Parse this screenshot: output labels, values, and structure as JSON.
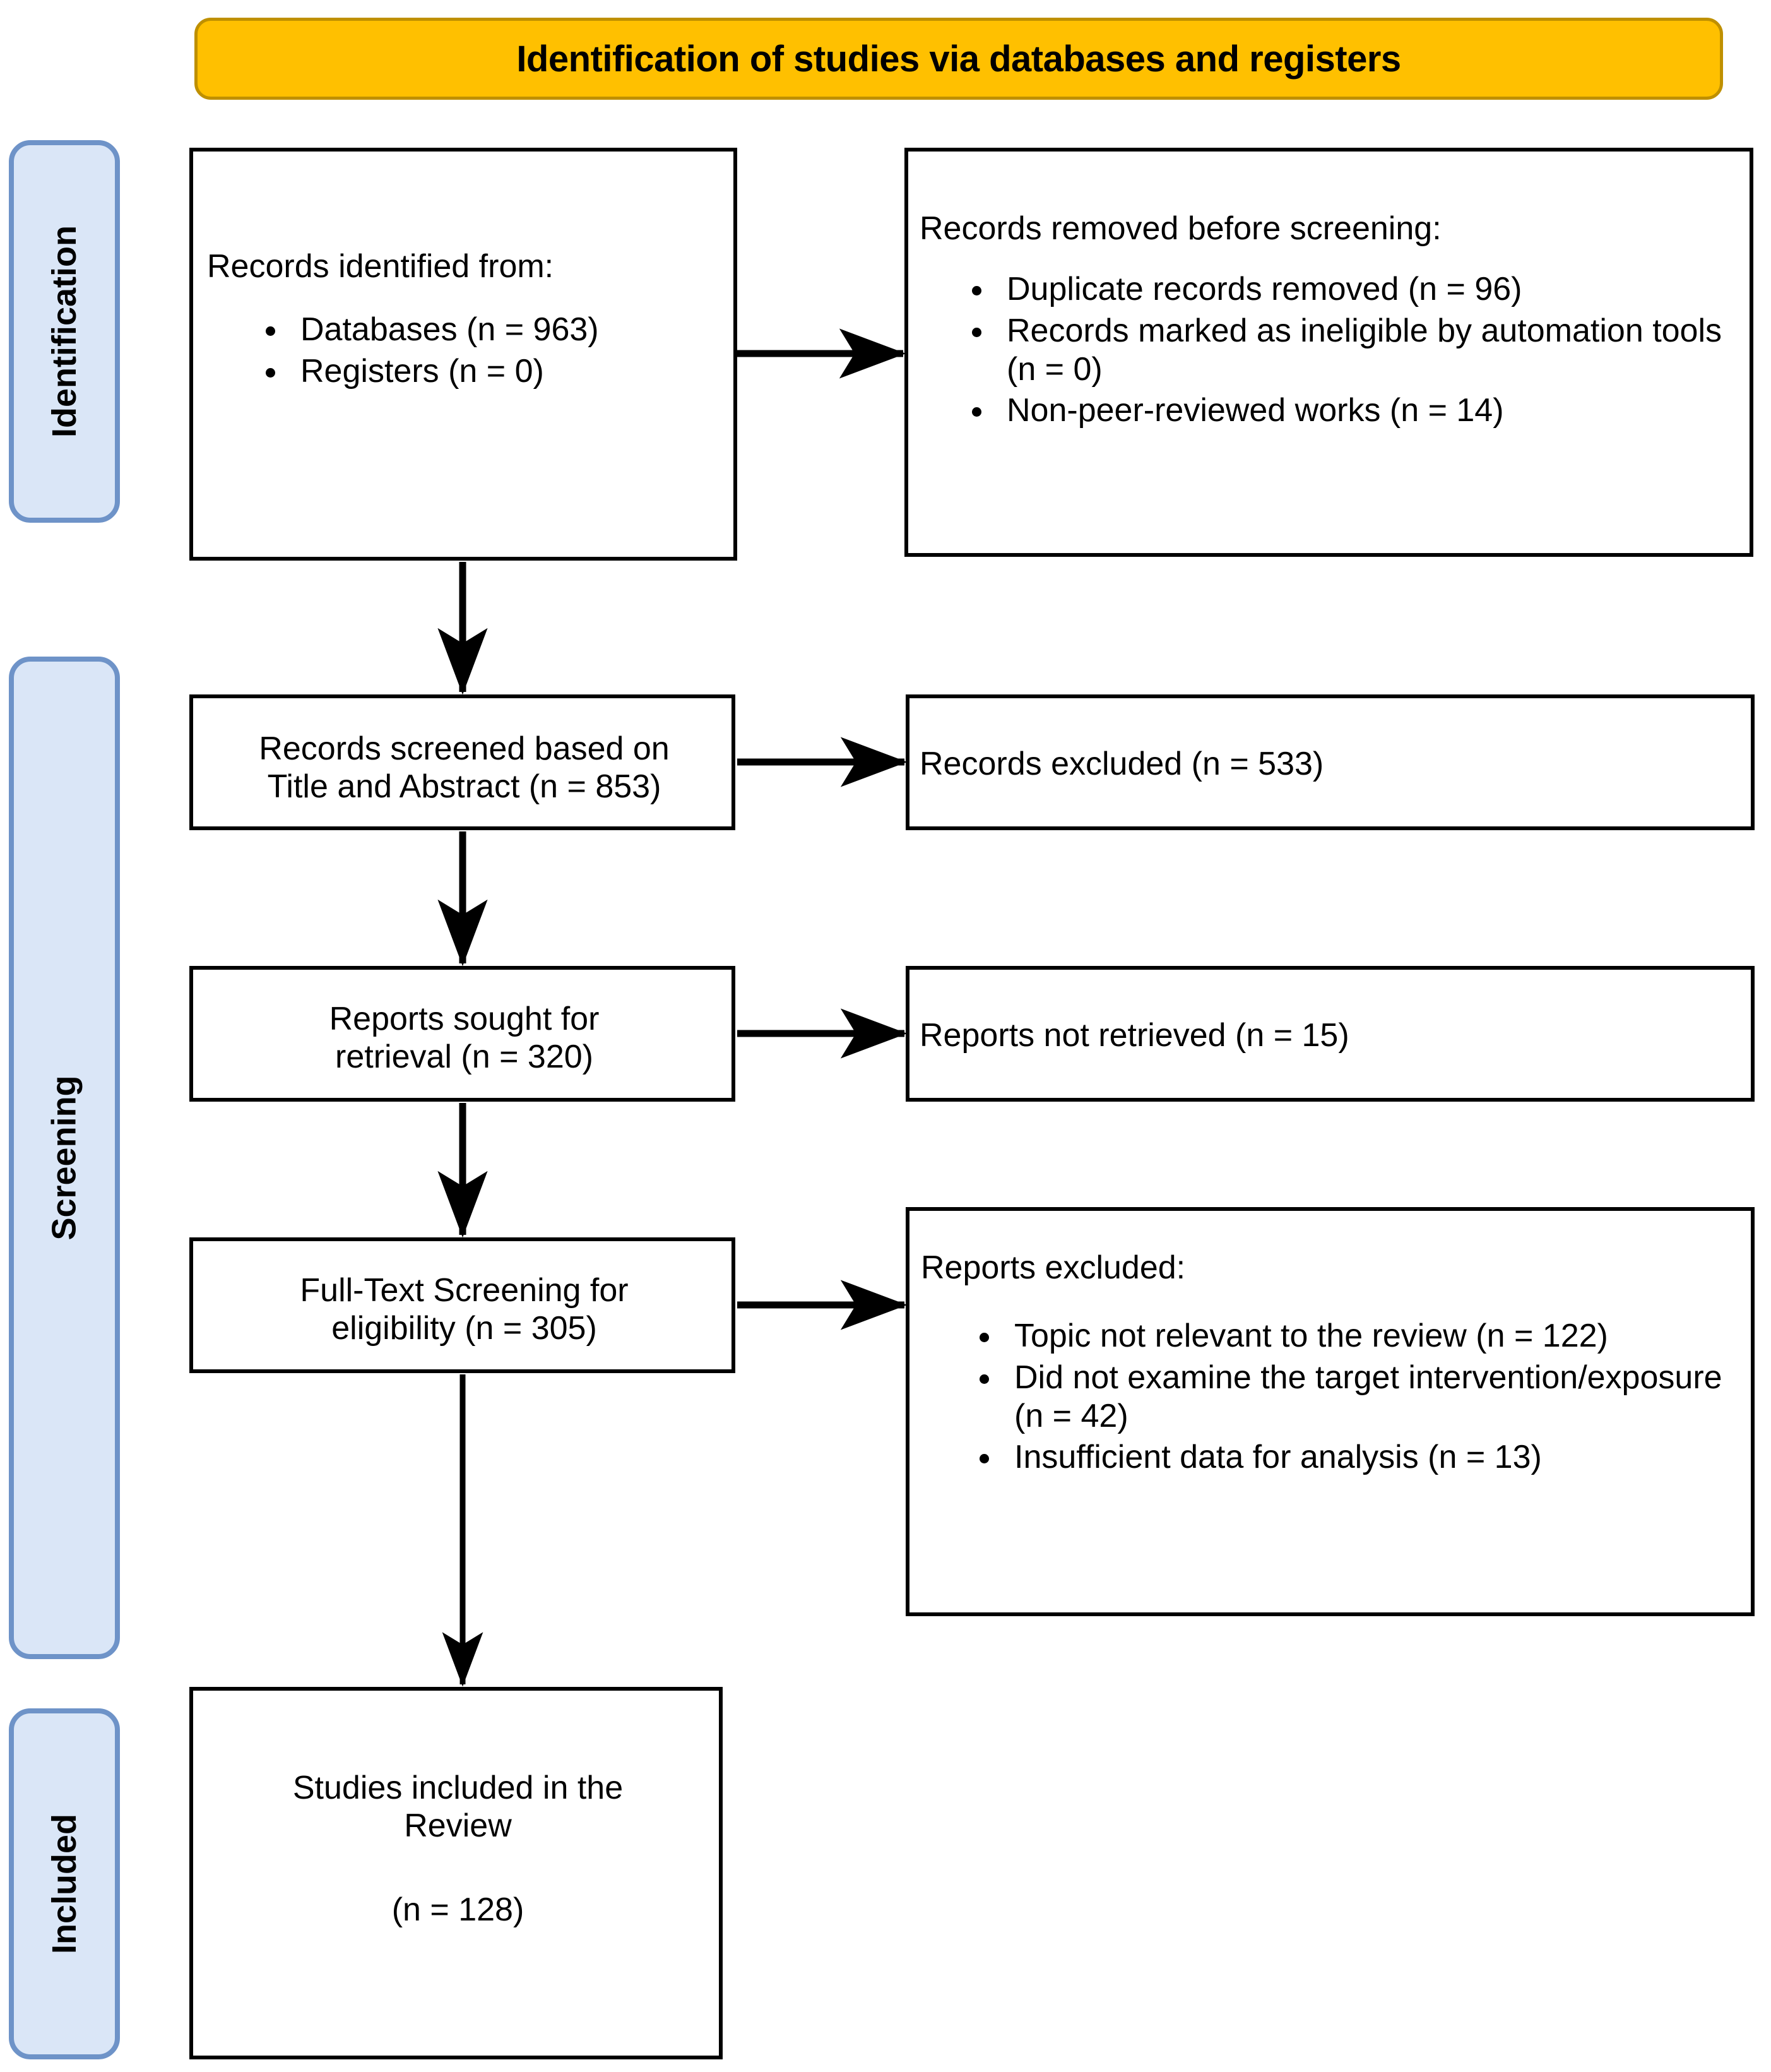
{
  "banner": {
    "title": "Identification of studies via databases and registers",
    "fill_color": "#FFC000",
    "border_color": "#BF9000"
  },
  "stages": [
    {
      "id": "identification",
      "label": "Identification"
    },
    {
      "id": "screening",
      "label": "Screening"
    },
    {
      "id": "included",
      "label": "Included"
    }
  ],
  "stage_style": {
    "fill_color": "#DAE6F7",
    "border_color": "#6E93C8"
  },
  "boxes": {
    "identified": {
      "lead": "Records identified from:",
      "bullets": [
        "Databases (n = 963)",
        "Registers (n = 0)"
      ]
    },
    "removed": {
      "lead": "Records removed before screening:",
      "bullets": [
        "Duplicate records removed  (n = 96)",
        "Records marked as ineligible by automation tools (n = 0)",
        "Non-peer-reviewed works  (n = 14)"
      ]
    },
    "screened": {
      "line1": "Records screened  based on",
      "line2": "Title and Abstract (n = 853)"
    },
    "records_excluded": {
      "text": "Records excluded (n = 533)"
    },
    "sought": {
      "line1": "Reports sought for",
      "line2": "retrieval (n = 320)"
    },
    "not_retrieved": {
      "text": "Reports not retrieved (n = 15)"
    },
    "fulltext": {
      "line1": "Full-Text Screening for",
      "line2": "eligibility (n = 305)"
    },
    "reports_excluded": {
      "lead": "Reports excluded:",
      "bullets": [
        "Topic not relevant to the review (n = 122)",
        "Did not examine the target intervention/exposure (n = 42)",
        "Insufficient data for analysis (n = 13)"
      ]
    },
    "included": {
      "line1": "Studies included in the",
      "line2": "Review",
      "count": "(n = 128)"
    }
  },
  "chart_data": {
    "type": "diagram",
    "title": "Identification of studies via databases and registers",
    "nodes": [
      {
        "id": "identified",
        "stage": "Identification",
        "label": "Records identified from",
        "values": {
          "Databases": 963,
          "Registers": 0
        }
      },
      {
        "id": "removed",
        "stage": "Identification",
        "label": "Records removed before screening",
        "values": {
          "Duplicate records removed": 96,
          "Records marked as ineligible by automation tools": 0,
          "Non-peer-reviewed works": 14
        }
      },
      {
        "id": "screened",
        "stage": "Screening",
        "label": "Records screened based on Title and Abstract",
        "n": 853
      },
      {
        "id": "records_excluded",
        "stage": "Screening",
        "label": "Records excluded",
        "n": 533
      },
      {
        "id": "sought",
        "stage": "Screening",
        "label": "Reports sought for retrieval",
        "n": 320
      },
      {
        "id": "not_retrieved",
        "stage": "Screening",
        "label": "Reports not retrieved",
        "n": 15
      },
      {
        "id": "fulltext",
        "stage": "Screening",
        "label": "Full-Text Screening for eligibility",
        "n": 305
      },
      {
        "id": "reports_excluded",
        "stage": "Screening",
        "label": "Reports excluded",
        "values": {
          "Topic not relevant to the review": 122,
          "Did not examine the target intervention/exposure": 42,
          "Insufficient data for analysis": 13
        }
      },
      {
        "id": "included",
        "stage": "Included",
        "label": "Studies included in the Review",
        "n": 128
      }
    ],
    "edges": [
      {
        "from": "identified",
        "to": "removed"
      },
      {
        "from": "identified",
        "to": "screened"
      },
      {
        "from": "screened",
        "to": "records_excluded"
      },
      {
        "from": "screened",
        "to": "sought"
      },
      {
        "from": "sought",
        "to": "not_retrieved"
      },
      {
        "from": "sought",
        "to": "fulltext"
      },
      {
        "from": "fulltext",
        "to": "reports_excluded"
      },
      {
        "from": "fulltext",
        "to": "included"
      }
    ]
  }
}
